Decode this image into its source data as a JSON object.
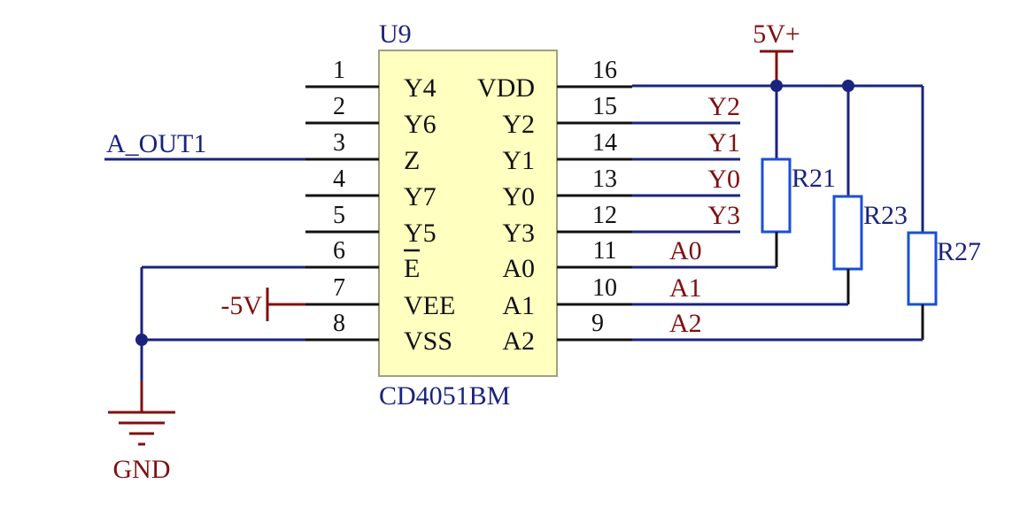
{
  "colors": {
    "wire": "#1a237e",
    "pin": "#111111",
    "body_fill": "#ffffc0",
    "body_stroke": "#a0a080",
    "net_label": "#7f1010",
    "ref_text": "#1a237e",
    "power": "#7f1010",
    "resistor": "#1a4fd6"
  },
  "chip": {
    "ref": "U9",
    "part": "CD4051BM",
    "left_pins": [
      {
        "num": "1",
        "name": "Y4"
      },
      {
        "num": "2",
        "name": "Y6"
      },
      {
        "num": "3",
        "name": "Z"
      },
      {
        "num": "4",
        "name": "Y7"
      },
      {
        "num": "5",
        "name": "Y5"
      },
      {
        "num": "6",
        "name": "E"
      },
      {
        "num": "7",
        "name": "VEE"
      },
      {
        "num": "8",
        "name": "VSS"
      }
    ],
    "right_pins": [
      {
        "num": "16",
        "name": "VDD"
      },
      {
        "num": "15",
        "name": "Y2"
      },
      {
        "num": "14",
        "name": "Y1"
      },
      {
        "num": "13",
        "name": "Y0"
      },
      {
        "num": "12",
        "name": "Y3"
      },
      {
        "num": "11",
        "name": "A0"
      },
      {
        "num": "10",
        "name": "A1"
      },
      {
        "num": "9",
        "name": "A2"
      }
    ]
  },
  "nets": {
    "a_out": "A_OUT1",
    "y2": "Y2",
    "y1": "Y1",
    "y0": "Y0",
    "y3": "Y3",
    "a0": "A0",
    "a1": "A1",
    "a2": "A2"
  },
  "power": {
    "vplus": "5V+",
    "vminus": "-5V",
    "gnd": "GND"
  },
  "resistors": [
    "R21",
    "R23",
    "R27"
  ]
}
